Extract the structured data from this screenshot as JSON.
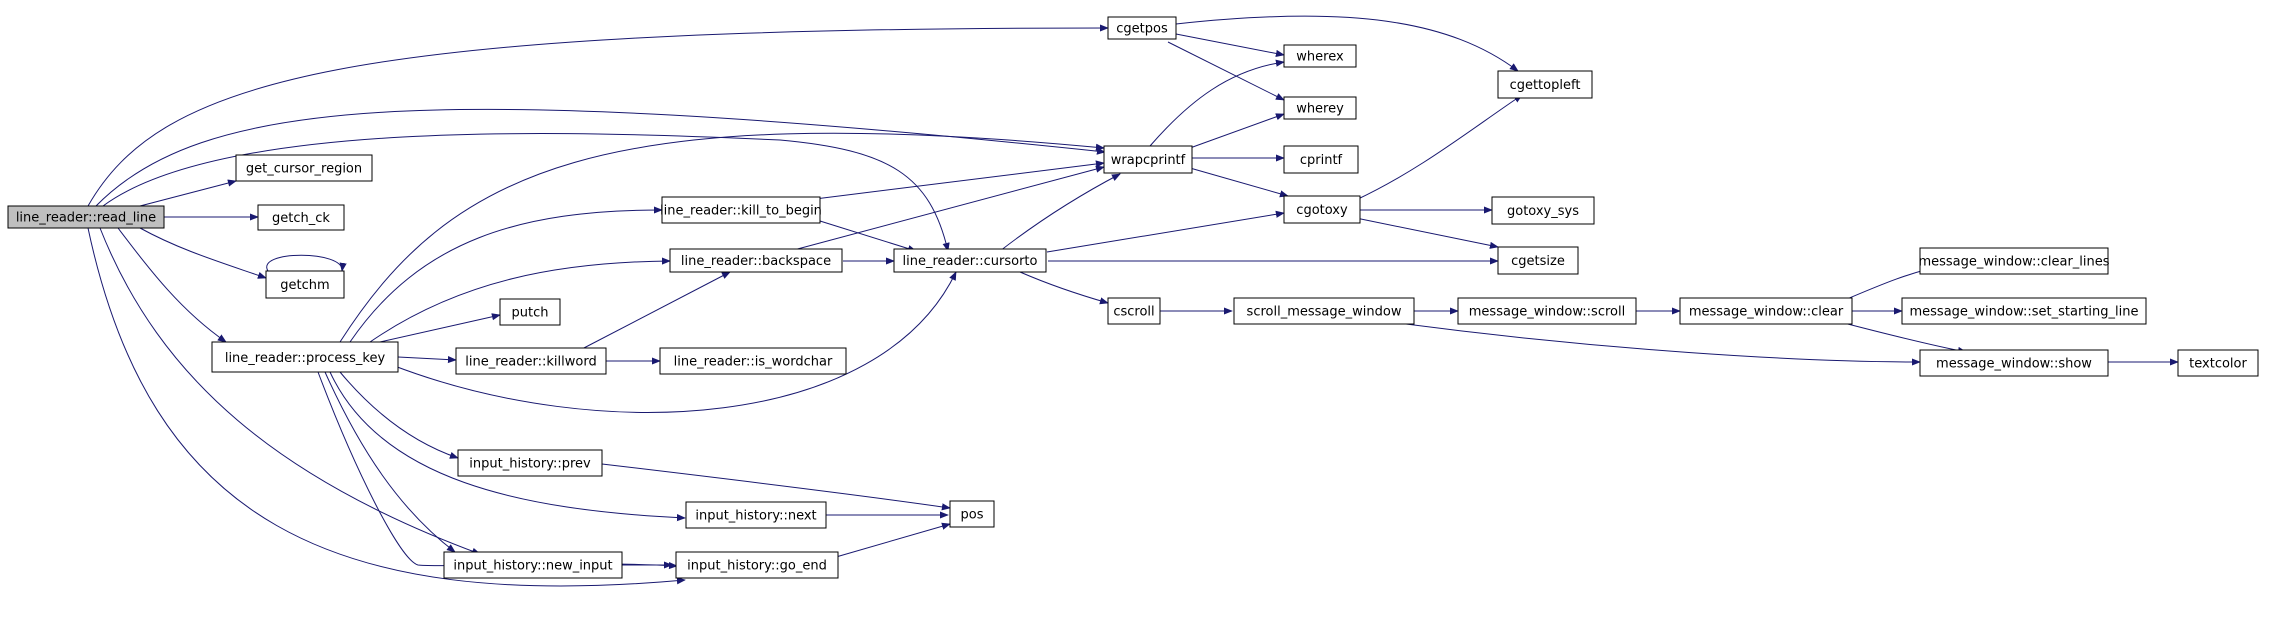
{
  "colors": {
    "edge": "#191970",
    "node_border": "#000000",
    "root_fill": "#bfbfbf",
    "background": "#ffffff"
  },
  "nodes": [
    {
      "id": "read_line",
      "label": "line_reader::read_line",
      "root": true
    },
    {
      "id": "cgetpos",
      "label": "cgetpos"
    },
    {
      "id": "wherex",
      "label": "wherex"
    },
    {
      "id": "wherey",
      "label": "wherey"
    },
    {
      "id": "cgettopleft",
      "label": "cgettopleft"
    },
    {
      "id": "get_cursor_region",
      "label": "get_cursor_region"
    },
    {
      "id": "wrapcprintf",
      "label": "wrapcprintf"
    },
    {
      "id": "cprintf",
      "label": "cprintf"
    },
    {
      "id": "kill_to_begin",
      "label": "line_reader::kill_to_begin"
    },
    {
      "id": "getch_ck",
      "label": "getch_ck"
    },
    {
      "id": "cgotoxy",
      "label": "cgotoxy"
    },
    {
      "id": "gotoxy_sys",
      "label": "gotoxy_sys"
    },
    {
      "id": "backspace",
      "label": "line_reader::backspace"
    },
    {
      "id": "cursorto",
      "label": "line_reader::cursorto"
    },
    {
      "id": "cgetsize",
      "label": "cgetsize"
    },
    {
      "id": "message_window_clear_lines",
      "label": "message_window::clear_lines"
    },
    {
      "id": "getchm",
      "label": "getchm"
    },
    {
      "id": "putch",
      "label": "putch"
    },
    {
      "id": "cscroll",
      "label": "cscroll"
    },
    {
      "id": "scroll_message_window",
      "label": "scroll_message_window"
    },
    {
      "id": "message_window_scroll",
      "label": "message_window::scroll"
    },
    {
      "id": "message_window_clear",
      "label": "message_window::clear"
    },
    {
      "id": "message_window_set_starting_line",
      "label": "message_window::set_starting_line"
    },
    {
      "id": "process_key",
      "label": "line_reader::process_key"
    },
    {
      "id": "killword",
      "label": "line_reader::killword"
    },
    {
      "id": "is_wordchar",
      "label": "line_reader::is_wordchar"
    },
    {
      "id": "message_window_show",
      "label": "message_window::show"
    },
    {
      "id": "textcolor",
      "label": "textcolor"
    },
    {
      "id": "input_history_prev",
      "label": "input_history::prev"
    },
    {
      "id": "pos",
      "label": "pos"
    },
    {
      "id": "input_history_next",
      "label": "input_history::next"
    },
    {
      "id": "input_history_new_input",
      "label": "input_history::new_input"
    },
    {
      "id": "input_history_go_end",
      "label": "input_history::go_end"
    }
  ],
  "edges": [
    [
      "read_line",
      "cgetpos"
    ],
    [
      "read_line",
      "wrapcprintf"
    ],
    [
      "read_line",
      "cursorto"
    ],
    [
      "read_line",
      "get_cursor_region"
    ],
    [
      "read_line",
      "getch_ck"
    ],
    [
      "read_line",
      "getchm"
    ],
    [
      "read_line",
      "process_key"
    ],
    [
      "read_line",
      "input_history_new_input"
    ],
    [
      "read_line",
      "input_history_go_end"
    ],
    [
      "getchm",
      "getchm"
    ],
    [
      "cgetpos",
      "wherex"
    ],
    [
      "cgetpos",
      "wherey"
    ],
    [
      "cgetpos",
      "cgettopleft"
    ],
    [
      "wrapcprintf",
      "wherex"
    ],
    [
      "wrapcprintf",
      "wherey"
    ],
    [
      "wrapcprintf",
      "cprintf"
    ],
    [
      "wrapcprintf",
      "cgotoxy"
    ],
    [
      "cgotoxy",
      "cgettopleft"
    ],
    [
      "cgotoxy",
      "gotoxy_sys"
    ],
    [
      "cgotoxy",
      "cgetsize"
    ],
    [
      "kill_to_begin",
      "wrapcprintf"
    ],
    [
      "kill_to_begin",
      "cursorto"
    ],
    [
      "backspace",
      "wrapcprintf"
    ],
    [
      "backspace",
      "cursorto"
    ],
    [
      "cursorto",
      "wrapcprintf"
    ],
    [
      "cursorto",
      "cgotoxy"
    ],
    [
      "cursorto",
      "cgetsize"
    ],
    [
      "cursorto",
      "cscroll"
    ],
    [
      "cscroll",
      "scroll_message_window"
    ],
    [
      "scroll_message_window",
      "message_window_scroll"
    ],
    [
      "scroll_message_window",
      "message_window_show"
    ],
    [
      "message_window_scroll",
      "message_window_clear"
    ],
    [
      "message_window_clear",
      "message_window_clear_lines"
    ],
    [
      "message_window_clear",
      "message_window_set_starting_line"
    ],
    [
      "message_window_clear",
      "message_window_show"
    ],
    [
      "message_window_show",
      "textcolor"
    ],
    [
      "process_key",
      "wrapcprintf"
    ],
    [
      "process_key",
      "kill_to_begin"
    ],
    [
      "process_key",
      "backspace"
    ],
    [
      "process_key",
      "putch"
    ],
    [
      "process_key",
      "killword"
    ],
    [
      "process_key",
      "cursorto"
    ],
    [
      "process_key",
      "input_history_prev"
    ],
    [
      "process_key",
      "input_history_next"
    ],
    [
      "process_key",
      "input_history_new_input"
    ],
    [
      "process_key",
      "input_history_go_end"
    ],
    [
      "killword",
      "backspace"
    ],
    [
      "killword",
      "is_wordchar"
    ],
    [
      "input_history_prev",
      "pos"
    ],
    [
      "input_history_next",
      "pos"
    ],
    [
      "input_history_new_input",
      "input_history_go_end"
    ],
    [
      "input_history_go_end",
      "pos"
    ]
  ]
}
